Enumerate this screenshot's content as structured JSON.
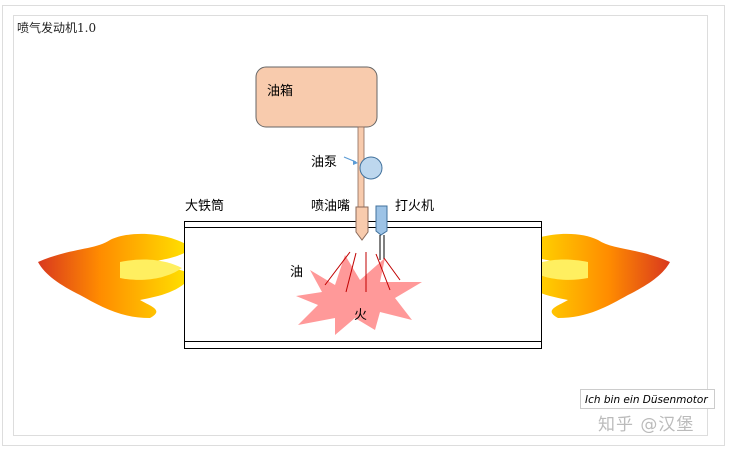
{
  "title": "喷气发动机1.0",
  "labels": {
    "tank": "油箱",
    "pump": "油泵",
    "tube": "大铁筒",
    "nozzle": "喷油嘴",
    "igniter": "打火机",
    "oil": "油",
    "fire": "火"
  },
  "caption": "Ich bin ein Düsenmotor",
  "watermark": "知乎 @汉堡",
  "colors": {
    "tank": "#f8cbad",
    "pump": "#bdd7ee",
    "burst": "#ff9999",
    "spray": "#c00000"
  }
}
